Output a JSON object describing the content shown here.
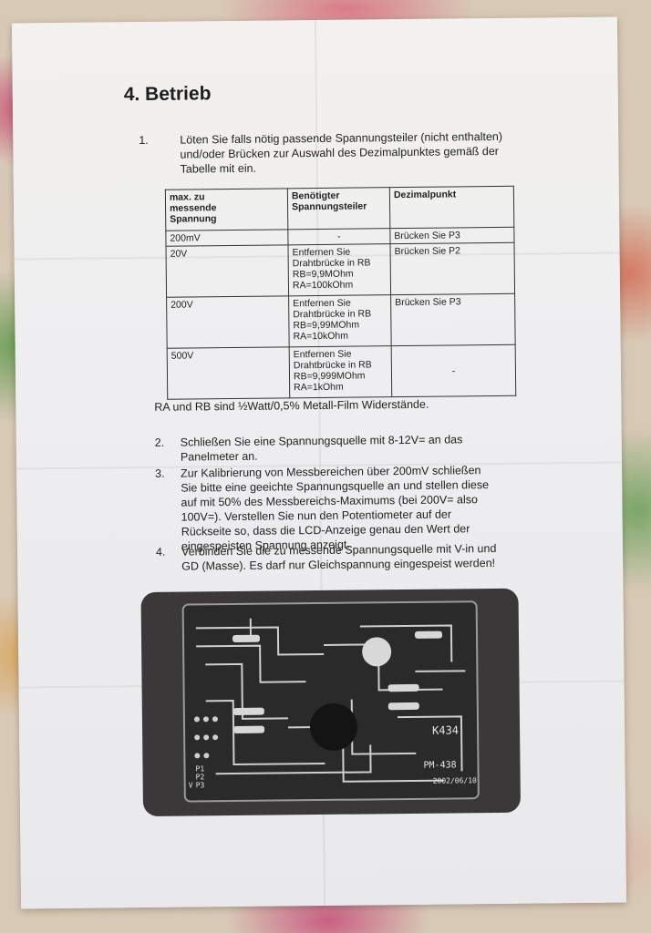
{
  "heading": "4. Betrieb",
  "steps": [
    {
      "num": "1.",
      "lines": [
        "Löten Sie falls nötig passende Spannungsteiler (nicht  enthalten)",
        "und/oder Brücken zur Auswahl des Dezimalpunktes gemäß der",
        "Tabelle mit ein."
      ]
    },
    {
      "num": "2.",
      "lines": [
        "Schließen Sie eine Spannungsquelle mit 8-12V= an das",
        "Panelmeter an."
      ]
    },
    {
      "num": "3.",
      "lines": [
        "Zur Kalibrierung von Messbereichen über 200mV schließen",
        "Sie bitte eine geeichte Spannungsquelle an und stellen diese",
        "auf mit 50% des Messbereichs-Maximums (bei 200V= also",
        "100V=). Verstellen Sie nun den Potentiometer auf der",
        "Rückseite so, dass die LCD-Anzeige genau den Wert der",
        "eingespeisten Spannung anzeigt."
      ]
    },
    {
      "num": "4.",
      "lines": [
        "Verbinden Sie die zu messende Spannungsquelle mit V-in und",
        "GD (Masse). Es darf nur Gleichspannung eingespeist werden!"
      ]
    }
  ],
  "table": {
    "headers": [
      [
        "max. zu",
        "messende",
        "Spannung"
      ],
      [
        "Benötigter",
        "Spannungsteiler"
      ],
      [
        "Dezimalpunkt"
      ]
    ],
    "rows": [
      {
        "voltage": "200mV",
        "divider": [
          "-"
        ],
        "decimal": "Brücken Sie  P3"
      },
      {
        "voltage": "20V",
        "divider": [
          "Entfernen Sie",
          "Drahtbrücke in RB",
          "RB=9,9MOhm",
          "RA=100kOhm"
        ],
        "decimal": "Brücken Sie P2"
      },
      {
        "voltage": "200V",
        "divider": [
          "Entfernen Sie",
          "Drahtbrücke in RB",
          "RB=9,99MOhm",
          "RA=10kOhm"
        ],
        "decimal": "Brücken Sie P3"
      },
      {
        "voltage": "500V",
        "divider": [
          "Entfernen Sie",
          "Drahtbrücke in RB",
          "RB=9,999MOhm",
          "RA=1kOhm"
        ],
        "decimal": "-"
      }
    ]
  },
  "note": "RA und RB sind ½Watt/0,5% Metall-Film Widerstände.",
  "board": {
    "model": "K434",
    "part": "PM-438",
    "date": "2002/06/10",
    "pads": [
      "P1",
      "P2",
      "P3"
    ],
    "vin": "V"
  }
}
